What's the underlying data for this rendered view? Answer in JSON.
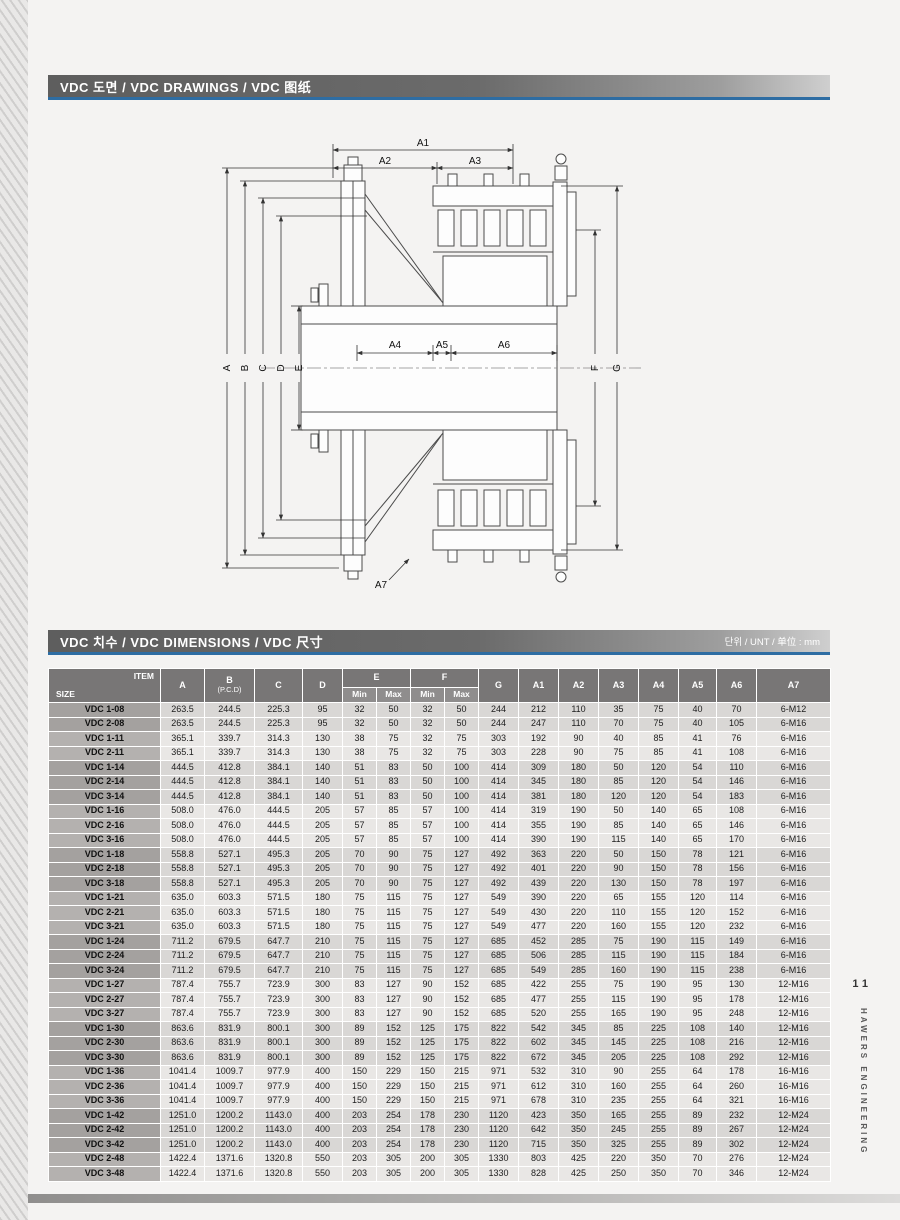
{
  "page": {
    "number": "11",
    "brand_vertical": "HAWERS ENGINEERING"
  },
  "headers": {
    "drawings": "VDC 도면 / VDC DRAWINGS / VDC 图纸",
    "dimensions": "VDC 치수 / VDC DIMENSIONS / VDC 尺寸",
    "unit": "단위 / UNT / 单位 : mm"
  },
  "drawing": {
    "dims": {
      "a1": "A1",
      "a2": "A2",
      "a3": "A3",
      "a4": "A4",
      "a5": "A5",
      "a6": "A6",
      "a7": "A7",
      "a": "A",
      "b": "B",
      "c": "C",
      "d": "D",
      "e": "E",
      "f": "F",
      "g": "G"
    }
  },
  "table": {
    "corner_top": "ITEM",
    "corner_bottom": "SIZE",
    "cols": {
      "a": "A",
      "b": "B",
      "b_sub": "(P.C.D)",
      "c": "C",
      "d": "D",
      "e": "E",
      "f": "F",
      "g": "G",
      "a1": "A1",
      "a2": "A2",
      "a3": "A3",
      "a4": "A4",
      "a5": "A5",
      "a6": "A6",
      "a7": "A7",
      "min": "Min",
      "max": "Max"
    },
    "rows": [
      {
        "size": "VDC 1-08",
        "group": 0,
        "values": [
          "263.5",
          "244.5",
          "225.3",
          "95",
          "32",
          "50",
          "32",
          "50",
          "244",
          "212",
          "110",
          "35",
          "75",
          "40",
          "70",
          "6-M12"
        ]
      },
      {
        "size": "VDC 2-08",
        "group": 0,
        "values": [
          "263.5",
          "244.5",
          "225.3",
          "95",
          "32",
          "50",
          "32",
          "50",
          "244",
          "247",
          "110",
          "70",
          "75",
          "40",
          "105",
          "6-M16"
        ]
      },
      {
        "size": "VDC 1-11",
        "group": 1,
        "values": [
          "365.1",
          "339.7",
          "314.3",
          "130",
          "38",
          "75",
          "32",
          "75",
          "303",
          "192",
          "90",
          "40",
          "85",
          "41",
          "76",
          "6-M16"
        ]
      },
      {
        "size": "VDC 2-11",
        "group": 1,
        "values": [
          "365.1",
          "339.7",
          "314.3",
          "130",
          "38",
          "75",
          "32",
          "75",
          "303",
          "228",
          "90",
          "75",
          "85",
          "41",
          "108",
          "6-M16"
        ]
      },
      {
        "size": "VDC 1-14",
        "group": 2,
        "values": [
          "444.5",
          "412.8",
          "384.1",
          "140",
          "51",
          "83",
          "50",
          "100",
          "414",
          "309",
          "180",
          "50",
          "120",
          "54",
          "110",
          "6-M16"
        ]
      },
      {
        "size": "VDC 2-14",
        "group": 2,
        "values": [
          "444.5",
          "412.8",
          "384.1",
          "140",
          "51",
          "83",
          "50",
          "100",
          "414",
          "345",
          "180",
          "85",
          "120",
          "54",
          "146",
          "6-M16"
        ]
      },
      {
        "size": "VDC 3-14",
        "group": 2,
        "values": [
          "444.5",
          "412.8",
          "384.1",
          "140",
          "51",
          "83",
          "50",
          "100",
          "414",
          "381",
          "180",
          "120",
          "120",
          "54",
          "183",
          "6-M16"
        ]
      },
      {
        "size": "VDC 1-16",
        "group": 3,
        "values": [
          "508.0",
          "476.0",
          "444.5",
          "205",
          "57",
          "85",
          "57",
          "100",
          "414",
          "319",
          "190",
          "50",
          "140",
          "65",
          "108",
          "6-M16"
        ]
      },
      {
        "size": "VDC 2-16",
        "group": 3,
        "values": [
          "508.0",
          "476.0",
          "444.5",
          "205",
          "57",
          "85",
          "57",
          "100",
          "414",
          "355",
          "190",
          "85",
          "140",
          "65",
          "146",
          "6-M16"
        ]
      },
      {
        "size": "VDC 3-16",
        "group": 3,
        "values": [
          "508.0",
          "476.0",
          "444.5",
          "205",
          "57",
          "85",
          "57",
          "100",
          "414",
          "390",
          "190",
          "115",
          "140",
          "65",
          "170",
          "6-M16"
        ]
      },
      {
        "size": "VDC 1-18",
        "group": 4,
        "values": [
          "558.8",
          "527.1",
          "495.3",
          "205",
          "70",
          "90",
          "75",
          "127",
          "492",
          "363",
          "220",
          "50",
          "150",
          "78",
          "121",
          "6-M16"
        ]
      },
      {
        "size": "VDC 2-18",
        "group": 4,
        "values": [
          "558.8",
          "527.1",
          "495.3",
          "205",
          "70",
          "90",
          "75",
          "127",
          "492",
          "401",
          "220",
          "90",
          "150",
          "78",
          "156",
          "6-M16"
        ]
      },
      {
        "size": "VDC 3-18",
        "group": 4,
        "values": [
          "558.8",
          "527.1",
          "495.3",
          "205",
          "70",
          "90",
          "75",
          "127",
          "492",
          "439",
          "220",
          "130",
          "150",
          "78",
          "197",
          "6-M16"
        ]
      },
      {
        "size": "VDC 1-21",
        "group": 5,
        "values": [
          "635.0",
          "603.3",
          "571.5",
          "180",
          "75",
          "115",
          "75",
          "127",
          "549",
          "390",
          "220",
          "65",
          "155",
          "120",
          "114",
          "6-M16"
        ]
      },
      {
        "size": "VDC 2-21",
        "group": 5,
        "values": [
          "635.0",
          "603.3",
          "571.5",
          "180",
          "75",
          "115",
          "75",
          "127",
          "549",
          "430",
          "220",
          "110",
          "155",
          "120",
          "152",
          "6-M16"
        ]
      },
      {
        "size": "VDC 3-21",
        "group": 5,
        "values": [
          "635.0",
          "603.3",
          "571.5",
          "180",
          "75",
          "115",
          "75",
          "127",
          "549",
          "477",
          "220",
          "160",
          "155",
          "120",
          "232",
          "6-M16"
        ]
      },
      {
        "size": "VDC 1-24",
        "group": 6,
        "values": [
          "711.2",
          "679.5",
          "647.7",
          "210",
          "75",
          "115",
          "75",
          "127",
          "685",
          "452",
          "285",
          "75",
          "190",
          "115",
          "149",
          "6-M16"
        ]
      },
      {
        "size": "VDC 2-24",
        "group": 6,
        "values": [
          "711.2",
          "679.5",
          "647.7",
          "210",
          "75",
          "115",
          "75",
          "127",
          "685",
          "506",
          "285",
          "115",
          "190",
          "115",
          "184",
          "6-M16"
        ]
      },
      {
        "size": "VDC 3-24",
        "group": 6,
        "values": [
          "711.2",
          "679.5",
          "647.7",
          "210",
          "75",
          "115",
          "75",
          "127",
          "685",
          "549",
          "285",
          "160",
          "190",
          "115",
          "238",
          "6-M16"
        ]
      },
      {
        "size": "VDC 1-27",
        "group": 7,
        "values": [
          "787.4",
          "755.7",
          "723.9",
          "300",
          "83",
          "127",
          "90",
          "152",
          "685",
          "422",
          "255",
          "75",
          "190",
          "95",
          "130",
          "12-M16"
        ]
      },
      {
        "size": "VDC 2-27",
        "group": 7,
        "values": [
          "787.4",
          "755.7",
          "723.9",
          "300",
          "83",
          "127",
          "90",
          "152",
          "685",
          "477",
          "255",
          "115",
          "190",
          "95",
          "178",
          "12-M16"
        ]
      },
      {
        "size": "VDC 3-27",
        "group": 7,
        "values": [
          "787.4",
          "755.7",
          "723.9",
          "300",
          "83",
          "127",
          "90",
          "152",
          "685",
          "520",
          "255",
          "165",
          "190",
          "95",
          "248",
          "12-M16"
        ]
      },
      {
        "size": "VDC 1-30",
        "group": 8,
        "values": [
          "863.6",
          "831.9",
          "800.1",
          "300",
          "89",
          "152",
          "125",
          "175",
          "822",
          "542",
          "345",
          "85",
          "225",
          "108",
          "140",
          "12-M16"
        ]
      },
      {
        "size": "VDC 2-30",
        "group": 8,
        "values": [
          "863.6",
          "831.9",
          "800.1",
          "300",
          "89",
          "152",
          "125",
          "175",
          "822",
          "602",
          "345",
          "145",
          "225",
          "108",
          "216",
          "12-M16"
        ]
      },
      {
        "size": "VDC 3-30",
        "group": 8,
        "values": [
          "863.6",
          "831.9",
          "800.1",
          "300",
          "89",
          "152",
          "125",
          "175",
          "822",
          "672",
          "345",
          "205",
          "225",
          "108",
          "292",
          "12-M16"
        ]
      },
      {
        "size": "VDC 1-36",
        "group": 9,
        "values": [
          "1041.4",
          "1009.7",
          "977.9",
          "400",
          "150",
          "229",
          "150",
          "215",
          "971",
          "532",
          "310",
          "90",
          "255",
          "64",
          "178",
          "16-M16"
        ]
      },
      {
        "size": "VDC 2-36",
        "group": 9,
        "values": [
          "1041.4",
          "1009.7",
          "977.9",
          "400",
          "150",
          "229",
          "150",
          "215",
          "971",
          "612",
          "310",
          "160",
          "255",
          "64",
          "260",
          "16-M16"
        ]
      },
      {
        "size": "VDC 3-36",
        "group": 9,
        "values": [
          "1041.4",
          "1009.7",
          "977.9",
          "400",
          "150",
          "229",
          "150",
          "215",
          "971",
          "678",
          "310",
          "235",
          "255",
          "64",
          "321",
          "16-M16"
        ]
      },
      {
        "size": "VDC 1-42",
        "group": 10,
        "values": [
          "1251.0",
          "1200.2",
          "1143.0",
          "400",
          "203",
          "254",
          "178",
          "230",
          "1120",
          "423",
          "350",
          "165",
          "255",
          "89",
          "232",
          "12-M24"
        ]
      },
      {
        "size": "VDC 2-42",
        "group": 10,
        "values": [
          "1251.0",
          "1200.2",
          "1143.0",
          "400",
          "203",
          "254",
          "178",
          "230",
          "1120",
          "642",
          "350",
          "245",
          "255",
          "89",
          "267",
          "12-M24"
        ]
      },
      {
        "size": "VDC 3-42",
        "group": 10,
        "values": [
          "1251.0",
          "1200.2",
          "1143.0",
          "400",
          "203",
          "254",
          "178",
          "230",
          "1120",
          "715",
          "350",
          "325",
          "255",
          "89",
          "302",
          "12-M24"
        ]
      },
      {
        "size": "VDC 2-48",
        "group": 11,
        "values": [
          "1422.4",
          "1371.6",
          "1320.8",
          "550",
          "203",
          "305",
          "200",
          "305",
          "1330",
          "803",
          "425",
          "220",
          "350",
          "70",
          "276",
          "12-M24"
        ]
      },
      {
        "size": "VDC 3-48",
        "group": 11,
        "values": [
          "1422.4",
          "1371.6",
          "1320.8",
          "550",
          "203",
          "305",
          "200",
          "305",
          "1330",
          "828",
          "425",
          "250",
          "350",
          "70",
          "346",
          "12-M24"
        ]
      }
    ]
  }
}
